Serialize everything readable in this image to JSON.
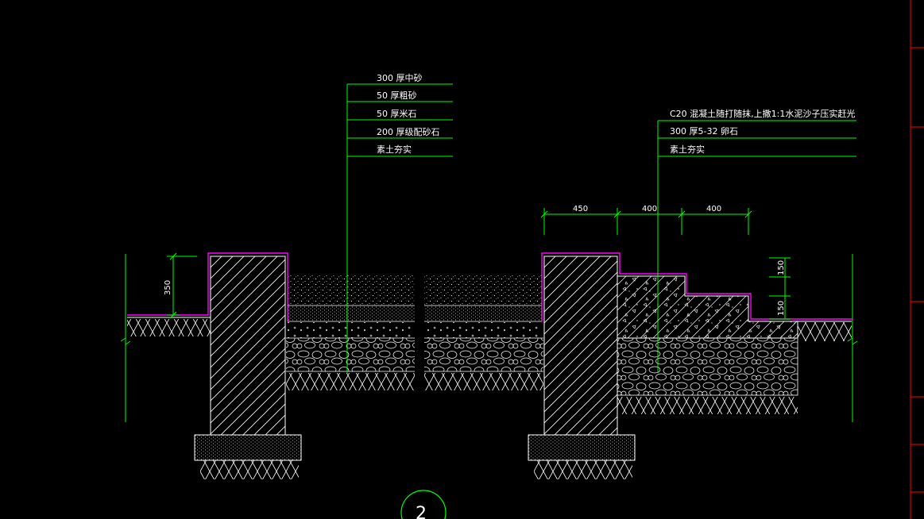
{
  "left_callout": {
    "lines": [
      "300 厚中砂",
      "50 厚粗砂",
      "50 厚米石",
      "200 厚级配砂石",
      "素土夯实"
    ]
  },
  "right_callout": {
    "lines": [
      "C20 混凝土随打随抹,上撒1:1水泥沙子压实赶光",
      "300 厚5-32  卵石",
      "素土夯实"
    ]
  },
  "dimensions": {
    "top": [
      "450",
      "400",
      "400"
    ],
    "right_vertical": [
      "150",
      "150"
    ],
    "left_vertical": "350"
  },
  "detail_number": "2",
  "colors": {
    "background": "#000000",
    "leader": "#00ff00",
    "finish_line": "#ff00ff",
    "structure": "#ffffff",
    "text": "#ffffff",
    "title_block": "#ff0000"
  }
}
